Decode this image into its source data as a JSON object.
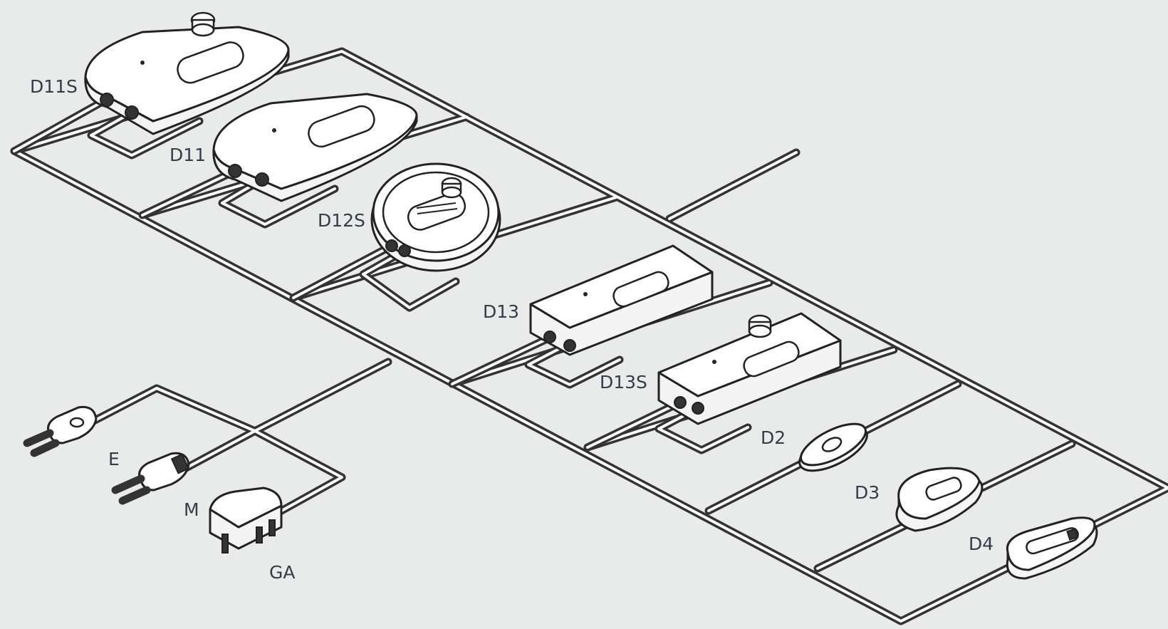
{
  "labels": {
    "d11s": "D11S",
    "d11": "D11",
    "d12s": "D12S",
    "d13": "D13",
    "d13s": "D13S",
    "d2": "D2",
    "d3": "D3",
    "d4": "D4",
    "e": "E",
    "m": "M",
    "ga": "GA"
  },
  "colors": {
    "background": "#e8ebe9",
    "cable": "#333333",
    "label": "#3a3a48"
  }
}
